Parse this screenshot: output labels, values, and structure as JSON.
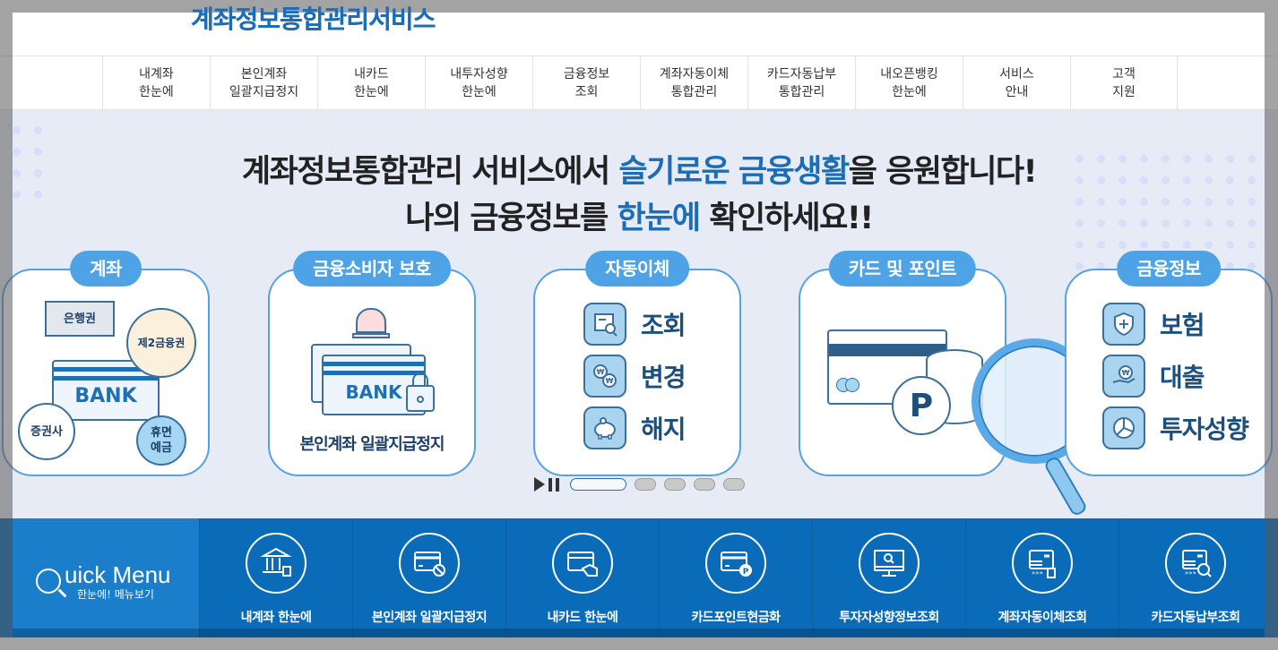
{
  "header": {
    "title": "계좌정보통합관리서비스"
  },
  "gnb": {
    "items": [
      {
        "line1": "내계좌",
        "line2": "한눈에"
      },
      {
        "line1": "본인계좌",
        "line2": "일괄지급정지"
      },
      {
        "line1": "내카드",
        "line2": "한눈에"
      },
      {
        "line1": "내투자성향",
        "line2": "한눈에"
      },
      {
        "line1": "금융정보",
        "line2": "조회"
      },
      {
        "line1": "계좌자동이체",
        "line2": "통합관리"
      },
      {
        "line1": "카드자동납부",
        "line2": "통합관리"
      },
      {
        "line1": "내오픈뱅킹",
        "line2": "한눈에"
      },
      {
        "line1": "서비스",
        "line2": "안내"
      },
      {
        "line1": "고객",
        "line2": "지원"
      }
    ]
  },
  "hero": {
    "line1_pre": "계좌정보통합관리 서비스에서 ",
    "line1_highlight": "슬기로운 금융생활",
    "line1_post": "을 응원합니다!",
    "line2_pre": "나의 금융정보를 ",
    "line2_highlight": "한눈에",
    "line2_post": " 확인하세요!!",
    "highlight_color": "#1a6db6",
    "cards": [
      {
        "tag": "계좌",
        "bubbles": [
          "은행권",
          "제2금융권",
          "증권사",
          "휴면 예금"
        ],
        "bank_label": "BANK"
      },
      {
        "tag": "금융소비자 보호",
        "bank_label": "BANK",
        "caption": "본인계좌 일괄지급정지"
      },
      {
        "tag": "자동이체",
        "rows": [
          "조회",
          "변경",
          "해지"
        ]
      },
      {
        "tag": "카드 및 포인트",
        "point_label": "P"
      },
      {
        "tag": "금융정보",
        "rows": [
          "보험",
          "대출",
          "투자성향"
        ]
      }
    ],
    "slider": {
      "pages": 5,
      "active_page": 1
    }
  },
  "quick_menu": {
    "title": "uick Menu",
    "subtitle": "한눈에! 메뉴보기",
    "items": [
      {
        "label": "내계좌 한눈에",
        "icon": "bank-building-icon"
      },
      {
        "label": "본인계좌 일괄지급정지",
        "icon": "card-blocked-icon"
      },
      {
        "label": "내카드 한눈에",
        "icon": "card-hand-icon"
      },
      {
        "label": "카드포인트현금화",
        "icon": "card-point-icon"
      },
      {
        "label": "투자자성향정보조회",
        "icon": "monitor-search-icon"
      },
      {
        "label": "계좌자동이체조회",
        "icon": "card-transfer-icon"
      },
      {
        "label": "카드자동납부조회",
        "icon": "card-search-icon"
      }
    ]
  },
  "colors": {
    "brand_blue": "#1a6db6",
    "quick_bg": "#0a6cb9",
    "quick_head_bg": "#1a7ecb",
    "card_tag": "#4ea3e6",
    "hero_bg": "#e6ebf5"
  }
}
